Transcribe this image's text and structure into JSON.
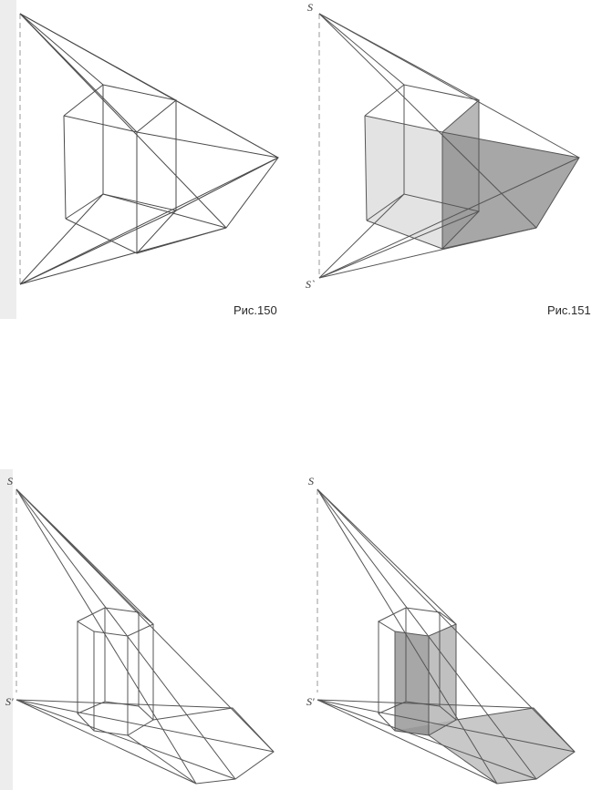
{
  "figures": [
    {
      "caption": "Рис.150"
    },
    {
      "caption": "Рис.151"
    }
  ],
  "labels": {
    "s": "S",
    "s_prime": "S`",
    "s_prime_alt": "S'"
  },
  "colors": {
    "paper": "#ffffff",
    "line": "#4a4a4a",
    "light_line": "#8a8a8a",
    "shadow_light": "#d6d6d6",
    "shadow_dark": "#7a7a7a"
  }
}
